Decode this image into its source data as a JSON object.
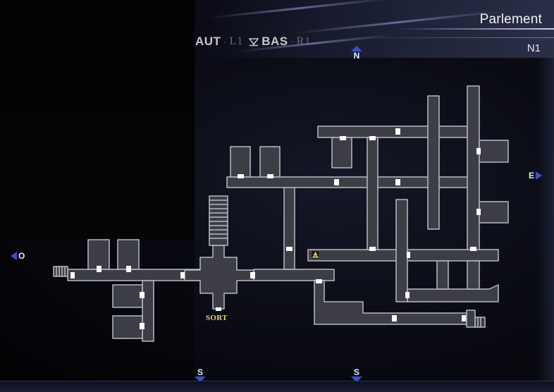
{
  "header": {
    "title": "Parlement",
    "floor": "N1"
  },
  "zoom": {
    "out_label": "AUT",
    "out_key": "L1",
    "down_icon": "down-arrow-icon",
    "down_label": "BAS",
    "down_key": "R1"
  },
  "compass": {
    "north": "N",
    "south": "S",
    "east": "E",
    "west": "O"
  },
  "map": {
    "exit_label": "SORT",
    "player_icon": "warning-triangle-icon"
  },
  "colors": {
    "room_fill": "#3d3e45",
    "room_stroke": "#b8bac4",
    "door": "#ffffff",
    "accent": "#2c3b8e",
    "exit": "#f0d870"
  }
}
